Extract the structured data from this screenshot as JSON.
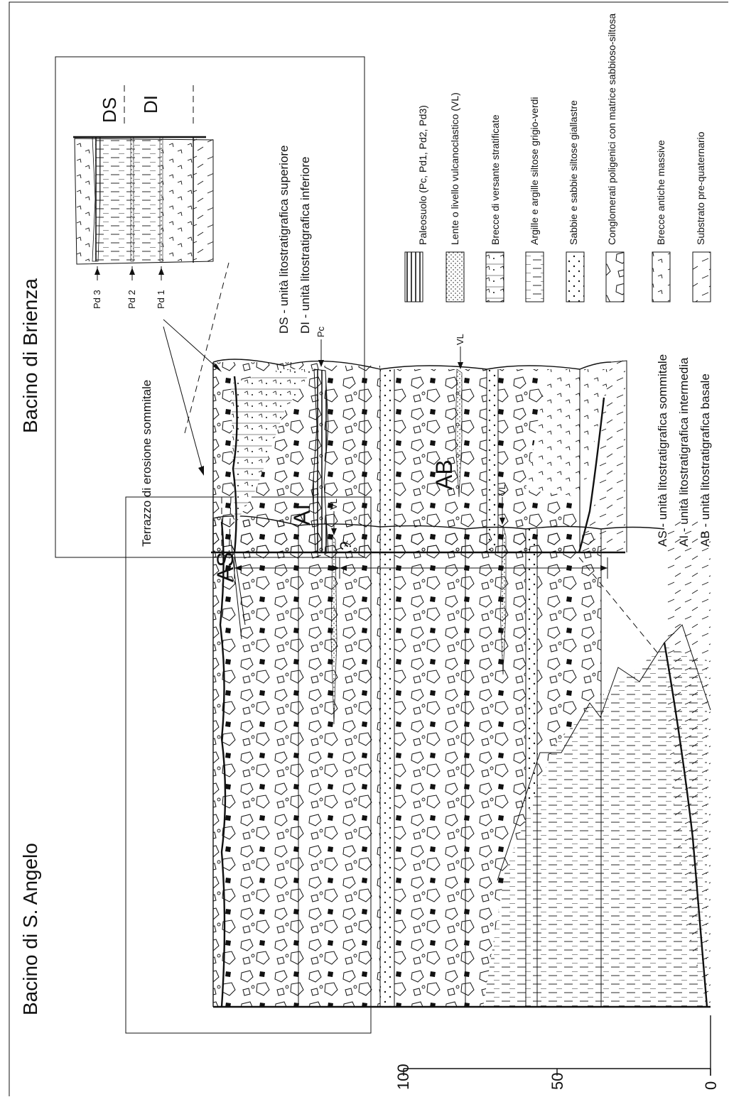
{
  "titles": {
    "left_basin": "Bacino di S. Angelo",
    "right_basin": "Bacino di Brienza"
  },
  "scale": {
    "ticks": [
      "100",
      "50",
      "0"
    ]
  },
  "annotations": {
    "terrace": "Terrazzo di erosione sommitale",
    "vl_left_1": "VL",
    "vl_left_2": "VL",
    "vl_right": "VL",
    "pc": "Pc",
    "question": "?",
    "pd3": "Pd 3",
    "pd2": "Pd 2",
    "pd1": "Pd 1"
  },
  "units": {
    "as_label": "AS",
    "ai_label": "AI",
    "ab_label": "AB",
    "ds_label": "DS",
    "di_label": "DI",
    "as_desc": "AS - unità litostratigrafica sommitale",
    "ai_desc": "AI  - unità litostratigrafica intermedia",
    "ab_desc": "AB - unità litostratigrafica basale",
    "ds_desc": "DS - unità litostratigrafica superiore",
    "di_desc": "DI  - unità litostratigrafica inferiore"
  },
  "legend": [
    {
      "label": "Paleosuolo (Pc, Pd1, Pd2, Pd3)",
      "pattern": "paleosol"
    },
    {
      "label": "Lente o livello vulcanoclastico (VL)",
      "pattern": "volcanic"
    },
    {
      "label": "Brecce di versante stratificate",
      "pattern": "brecce-strat"
    },
    {
      "label": "Argille e argille siltose grigio-verdi",
      "pattern": "argille"
    },
    {
      "label": "Sabbie e sabbie siltose giallastre",
      "pattern": "sabbie"
    },
    {
      "label": "Conglomerati poligenici con matrice sabbioso-siltosa",
      "pattern": "conglomerati"
    },
    {
      "label": "Brecce antiche massive",
      "pattern": "brecce-massive"
    },
    {
      "label": "Substrato pre-quaternario",
      "pattern": "substrato"
    }
  ]
}
